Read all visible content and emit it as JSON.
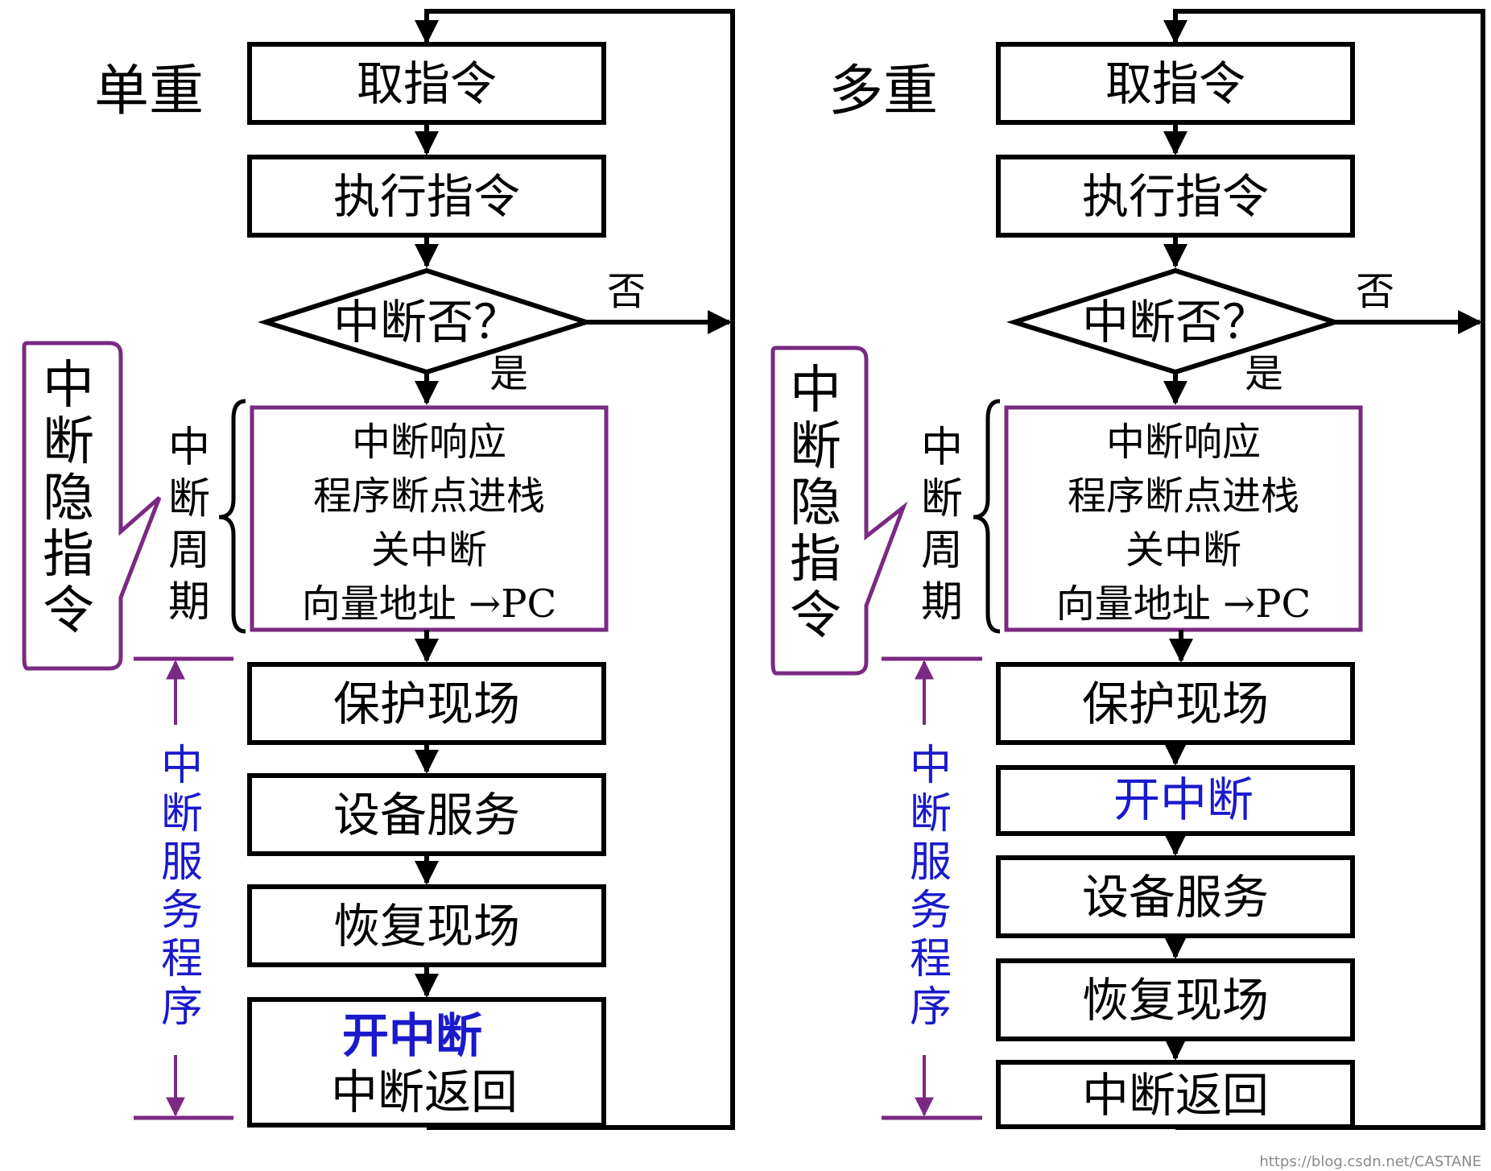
{
  "left": {
    "title": "单重",
    "fetch": "取指令",
    "execute": "执行指令",
    "decision": "中断否？",
    "no_label": "否",
    "yes_label": "是",
    "cycle_lines": [
      "中断响应",
      "程序断点进栈",
      "关中断",
      "向量地址 →PC"
    ],
    "cycle_brace_label": [
      "中",
      "断",
      "周",
      "期"
    ],
    "hidden_label": [
      "中",
      "断",
      "隐",
      "指",
      "令"
    ],
    "service_label": [
      "中",
      "断",
      "服",
      "务",
      "程",
      "序"
    ],
    "save": "保护现场",
    "device": "设备服务",
    "restore": "恢复现场",
    "enable": "开中断",
    "return": "中断返回"
  },
  "right": {
    "title": "多重",
    "fetch": "取指令",
    "execute": "执行指令",
    "decision": "中断否？",
    "no_label": "否",
    "yes_label": "是",
    "cycle_lines": [
      "中断响应",
      "程序断点进栈",
      "关中断",
      "向量地址 →PC"
    ],
    "cycle_brace_label": [
      "中",
      "断",
      "周",
      "期"
    ],
    "hidden_label": [
      "中",
      "断",
      "隐",
      "指",
      "令"
    ],
    "service_label": [
      "中",
      "断",
      "服",
      "务",
      "程",
      "序"
    ],
    "save": "保护现场",
    "enable": "开中断",
    "device": "设备服务",
    "restore": "恢复现场",
    "return": "中断返回"
  },
  "watermark": "https://blog.csdn.net/CASTANE",
  "colors": {
    "purple": "#7a2a82",
    "blue": "#1a1acc",
    "black": "#000000"
  }
}
